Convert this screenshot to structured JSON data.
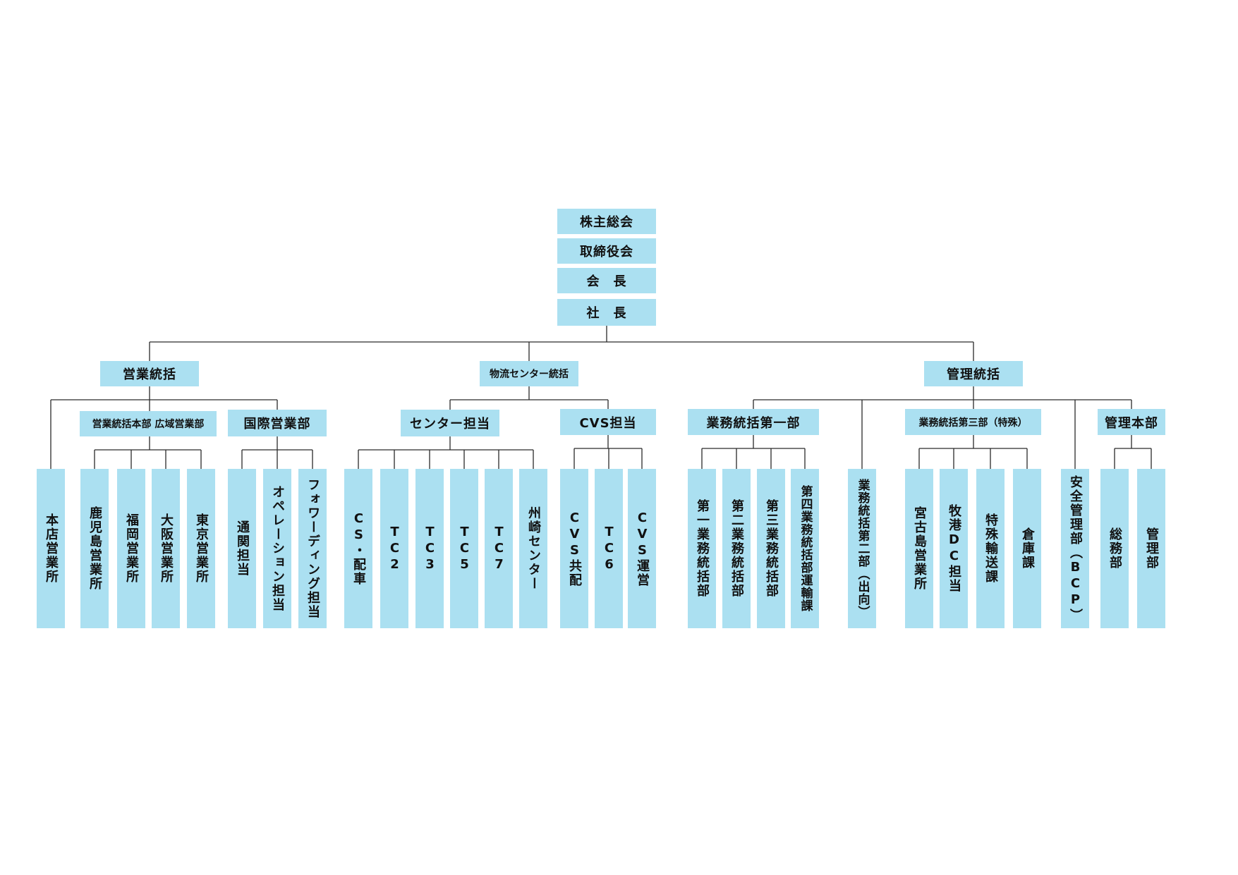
{
  "colors": {
    "box": "#abe0f1",
    "line": "#2a2a2a"
  },
  "top": {
    "shareholders": "株主総会",
    "board": "取締役会",
    "chairman": "会　長",
    "president": "社　長"
  },
  "divisions": {
    "sales": "営業統括",
    "logistics": "物流センター統括",
    "admin": "管理統括"
  },
  "sales": {
    "hq": "営業統括本部 広域営業部",
    "intl": "国際営業部",
    "main_office": "本店営業所",
    "offices": [
      "鹿児島営業所",
      "福岡営業所",
      "大阪営業所",
      "東京営業所"
    ],
    "intl_units": [
      "通関担当",
      "オペレーション担当",
      "フォワーディング担当"
    ]
  },
  "logistics": {
    "center": "センター担当",
    "cvs": "CVS担当",
    "center_units": [
      "CS・配車",
      "TC2",
      "TC3",
      "TC5",
      "TC7",
      "州崎センター"
    ],
    "cvs_units": [
      "CVS共配",
      "TC6",
      "CVS運営"
    ]
  },
  "admin": {
    "ops1": "業務統括第一部",
    "ops2": "業務統括第二部（出向）",
    "ops3": "業務統括第三部（特殊）",
    "safety": "安全管理部（BCP）",
    "mgmt_hq": "管理本部",
    "ops1_units": [
      "第一業務統括部",
      "第二業務統括部",
      "第三業務統括部",
      "第四業務統括部運輸課"
    ],
    "ops3_units": [
      "宮古島営業所",
      "牧港DC担当",
      "特殊輸送課",
      "倉庫課"
    ],
    "mgmt_units": [
      "総務部",
      "管理部"
    ]
  }
}
